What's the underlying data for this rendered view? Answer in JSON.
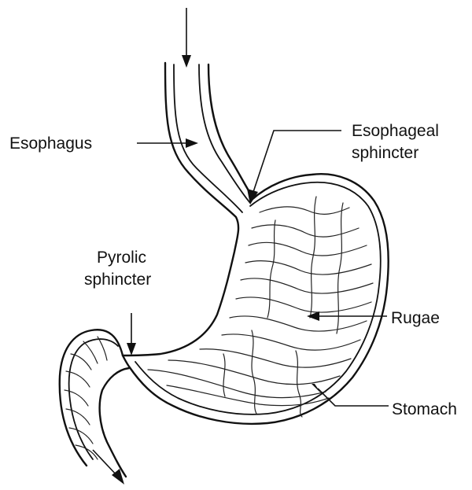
{
  "labels": {
    "esophagus": "Esophagus",
    "esophageal_sphincter_line1": "Esophageal",
    "esophageal_sphincter_line2": "sphincter",
    "pyrolic_sphincter_line1": "Pyrolic",
    "pyrolic_sphincter_line2": "sphincter",
    "rugae": "Rugae",
    "stomach": "Stomach"
  }
}
